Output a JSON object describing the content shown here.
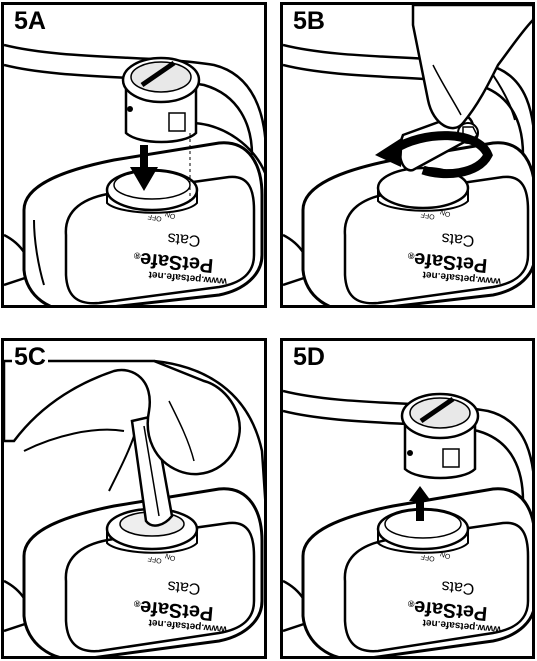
{
  "panels": [
    {
      "id": "5A",
      "label": "5A"
    },
    {
      "id": "5B",
      "label": "5B"
    },
    {
      "id": "5C",
      "label": "5C"
    },
    {
      "id": "5D",
      "label": "5D"
    }
  ],
  "collar": {
    "brand": "PetSafe",
    "registered": "®",
    "sub": "Cats",
    "url": "www.petsafe.net",
    "switch_on": "ON",
    "switch_off": "OFF"
  }
}
